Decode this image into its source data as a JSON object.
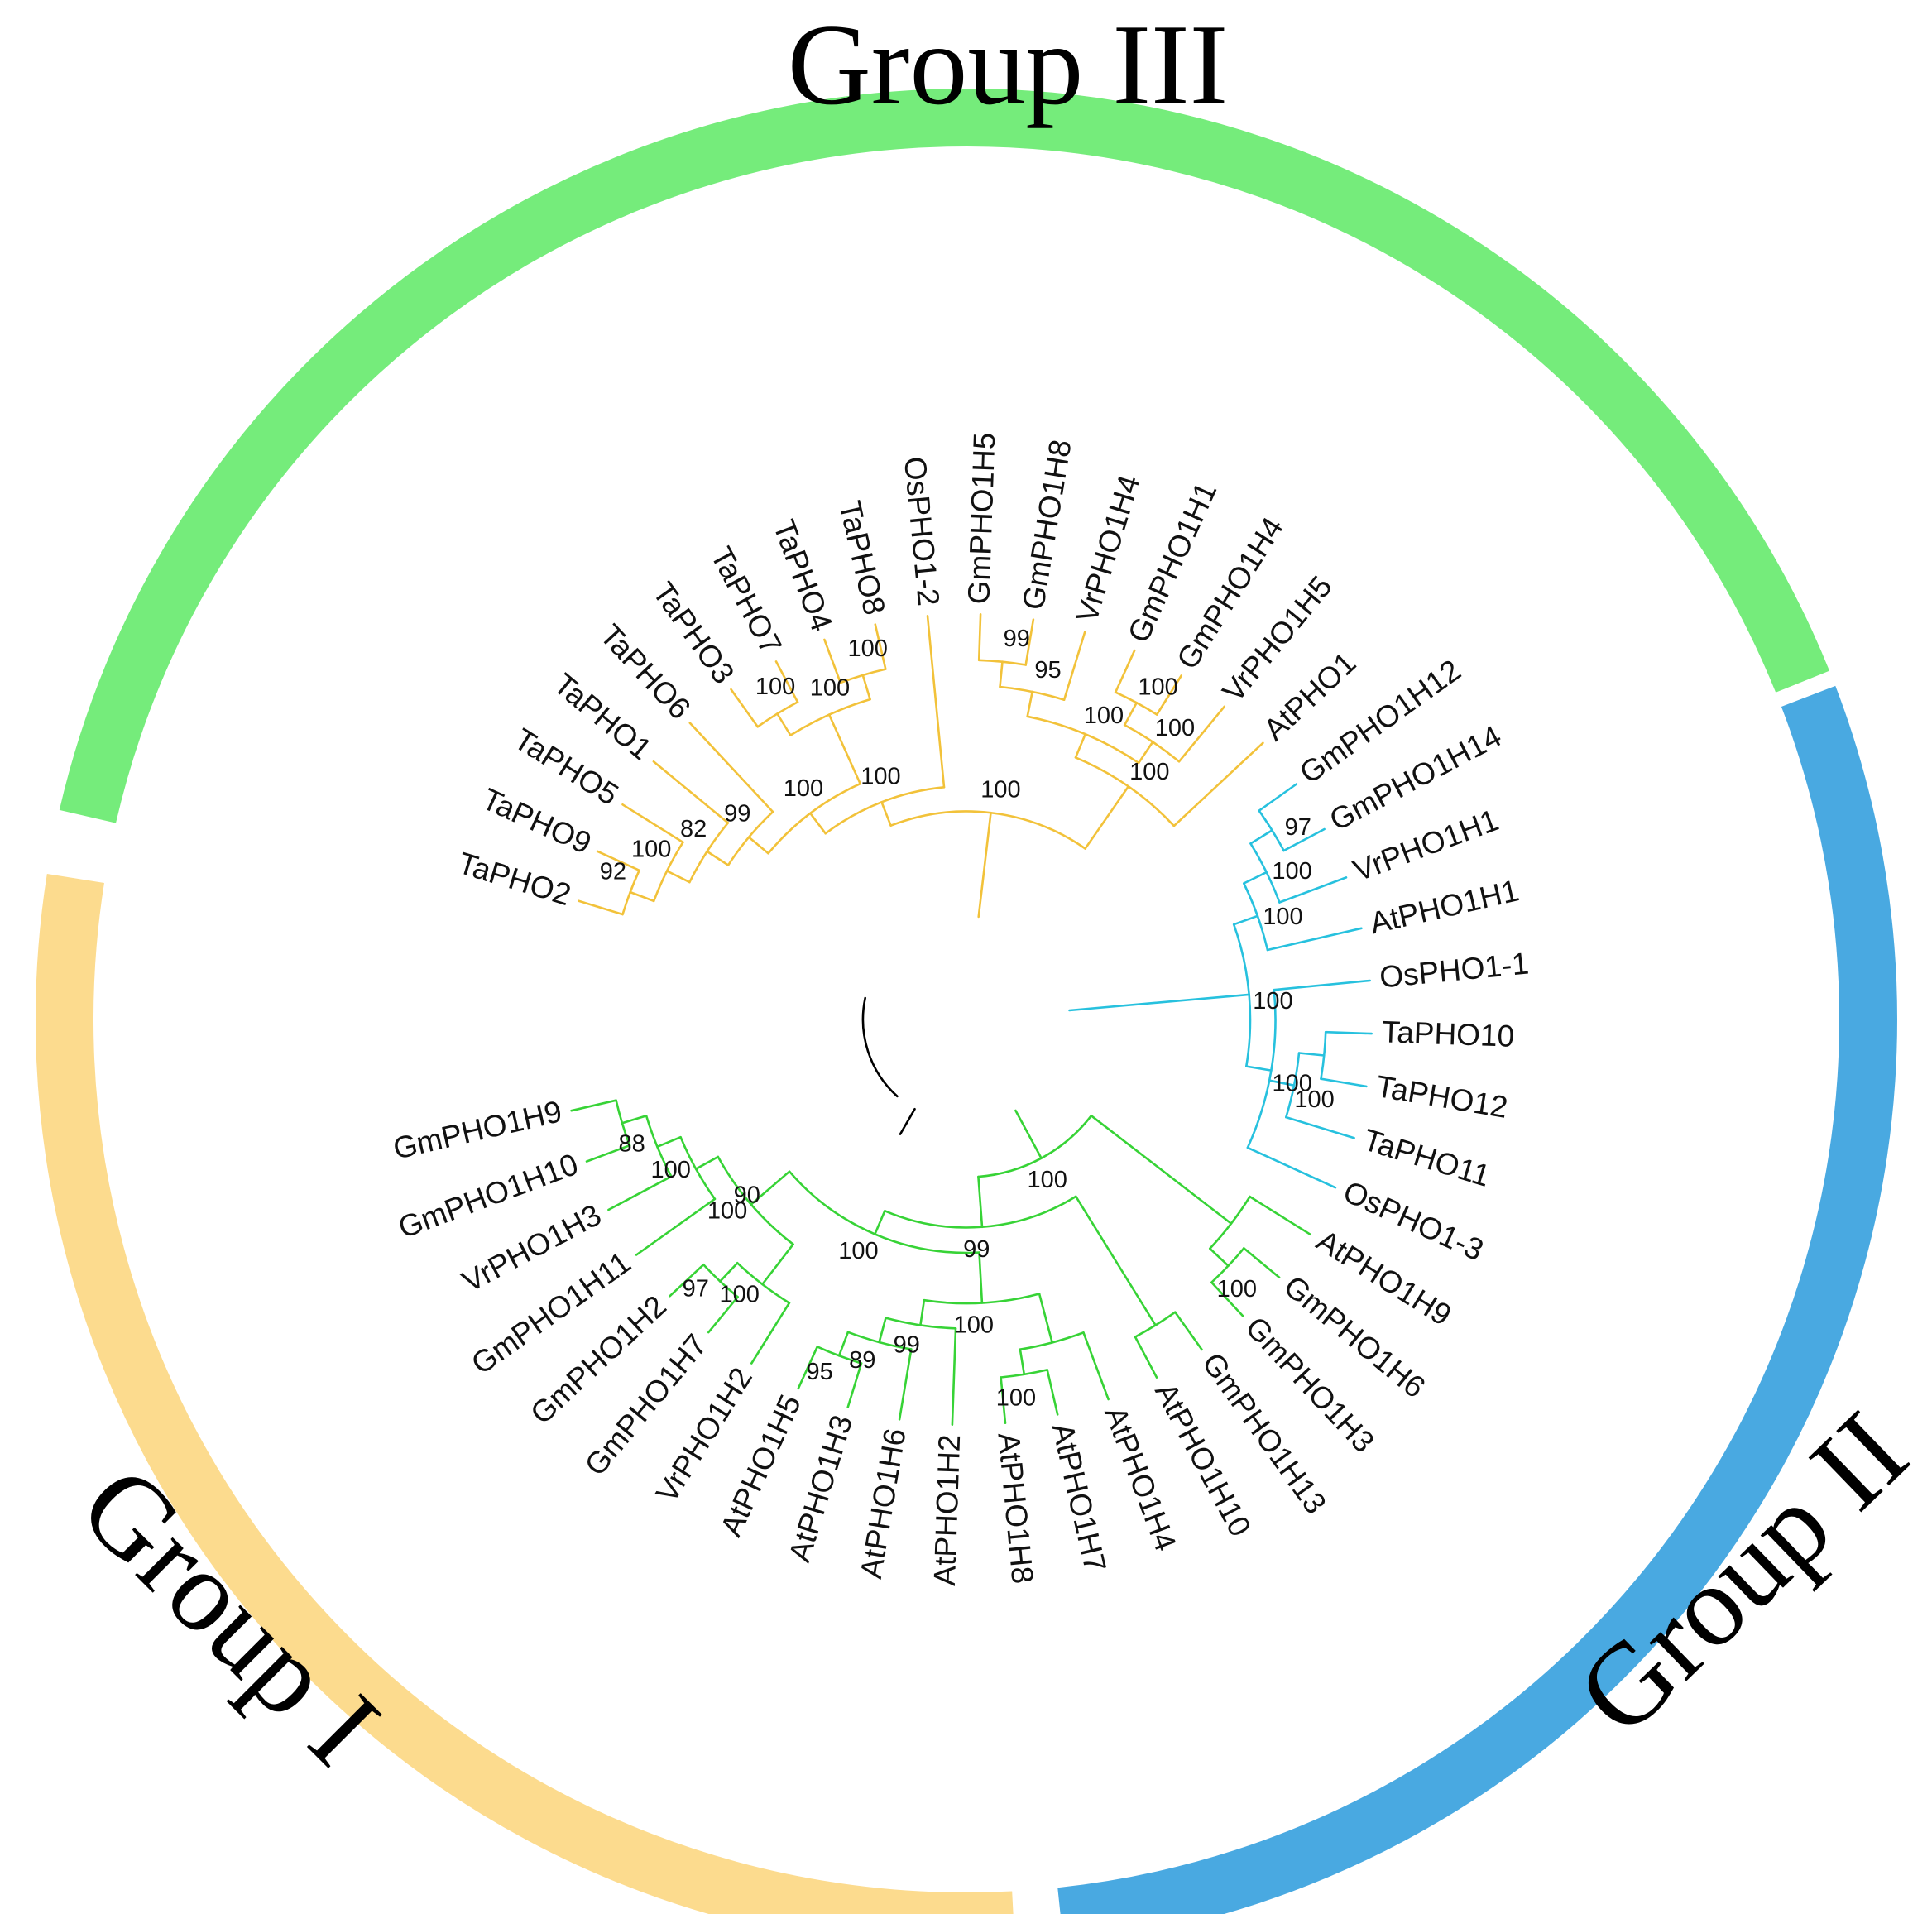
{
  "colors": {
    "group_i_band": "#FCDB8E",
    "group_ii_band": "#49A9E1",
    "group_iii_band": "#75EC7B",
    "group_i_branch": "#F2C23A",
    "group_ii_branch": "#27C1DE",
    "group_iii_branch": "#37D336",
    "root_branch": "#000000"
  },
  "groups": [
    {
      "id": "group-i",
      "label": "Group I"
    },
    {
      "id": "group-ii",
      "label": "Group II"
    },
    {
      "id": "group-iii",
      "label": "Group III"
    }
  ],
  "tree": {
    "g": "root",
    "children": [
      {
        "g": "root"
      },
      {
        "g": "I",
        "support": "100",
        "children": [
          {
            "g": "I",
            "support": "100",
            "children": [
              {
                "g": "I",
                "support": "100",
                "children": [
                  {
                    "g": "I",
                    "support": "99",
                    "children": [
                      {
                        "g": "I",
                        "support": "82",
                        "children": [
                          {
                            "g": "I",
                            "support": "100",
                            "children": [
                              {
                                "g": "I",
                                "support": "92",
                                "children": [
                                  {
                                    "g": "I",
                                    "name": "TaPHO2"
                                  },
                                  {
                                    "g": "I",
                                    "name": "TaPHO9"
                                  }
                                ]
                              },
                              {
                                "g": "I",
                                "name": "TaPHO5"
                              }
                            ]
                          },
                          {
                            "g": "I",
                            "name": "TaPHO1"
                          }
                        ]
                      },
                      {
                        "g": "I",
                        "name": "TaPHO6"
                      }
                    ]
                  },
                  {
                    "g": "I",
                    "support": "100",
                    "children": [
                      {
                        "g": "I",
                        "support": "100",
                        "children": [
                          {
                            "g": "I",
                            "name": "TaPHO3"
                          },
                          {
                            "g": "I",
                            "name": "TaPHO7"
                          }
                        ]
                      },
                      {
                        "g": "I",
                        "support": "100",
                        "children": [
                          {
                            "g": "I",
                            "name": "TaPHO4"
                          },
                          {
                            "g": "I",
                            "name": "TaPHO8"
                          }
                        ]
                      }
                    ]
                  }
                ]
              },
              {
                "g": "I",
                "name": "OsPHO1-2"
              }
            ]
          },
          {
            "g": "I",
            "support": "100",
            "children": [
              {
                "g": "I",
                "support": "100",
                "children": [
                  {
                    "g": "I",
                    "support": "95",
                    "children": [
                      {
                        "g": "I",
                        "support": "99",
                        "children": [
                          {
                            "g": "I",
                            "name": "GmPHO1H5"
                          },
                          {
                            "g": "I",
                            "name": "GmPHO1H8"
                          }
                        ]
                      },
                      {
                        "g": "I",
                        "name": "VrPHO1H4"
                      }
                    ]
                  },
                  {
                    "g": "I",
                    "support": "100",
                    "children": [
                      {
                        "g": "I",
                        "support": "100",
                        "children": [
                          {
                            "g": "I",
                            "name": "GmPHO1H1"
                          },
                          {
                            "g": "I",
                            "name": "GmPHO1H4"
                          }
                        ]
                      },
                      {
                        "g": "I",
                        "name": "VrPHO1H5"
                      }
                    ]
                  }
                ]
              },
              {
                "g": "I",
                "name": "AtPHO1"
              }
            ]
          }
        ]
      },
      {
        "g": "II",
        "support": "100",
        "children": [
          {
            "g": "II",
            "support": "100",
            "children": [
              {
                "g": "II",
                "support": "100",
                "children": [
                  {
                    "g": "II",
                    "support": "97",
                    "children": [
                      {
                        "g": "II",
                        "name": "GmPHO1H12"
                      },
                      {
                        "g": "II",
                        "name": "GmPHO1H14"
                      }
                    ]
                  },
                  {
                    "g": "II",
                    "name": "VrPHO1H1"
                  }
                ]
              },
              {
                "g": "II",
                "name": "AtPHO1H1"
              }
            ]
          },
          {
            "g": "II",
            "support": "100",
            "children": [
              {
                "g": "II",
                "name": "OsPHO1-1"
              },
              {
                "g": "II",
                "support": "100",
                "children": [
                  {
                    "g": "II",
                    "children": [
                      {
                        "g": "II",
                        "name": "TaPHO10"
                      },
                      {
                        "g": "II",
                        "name": "TaPHO12"
                      }
                    ]
                  },
                  {
                    "g": "II",
                    "name": "TaPHO11"
                  }
                ]
              },
              {
                "g": "II",
                "name": "OsPHO1-3"
              }
            ]
          }
        ]
      },
      {
        "g": "III",
        "support": "100",
        "children": [
          {
            "g": "III",
            "children": [
              {
                "g": "III",
                "name": "AtPHO1H9"
              },
              {
                "g": "III",
                "support": "100",
                "children": [
                  {
                    "g": "III",
                    "name": "GmPHO1H6"
                  },
                  {
                    "g": "III",
                    "name": "GmPHO1H3"
                  }
                ]
              }
            ]
          },
          {
            "g": "III",
            "children": [
              {
                "g": "III",
                "support": "99",
                "children": [
                  {
                    "g": "III",
                    "children": [
                      {
                        "g": "III",
                        "name": "GmPHO1H13"
                      },
                      {
                        "g": "III",
                        "name": "AtPHO1H10"
                      }
                    ]
                  },
                  {
                    "g": "III",
                    "support": "100",
                    "children": [
                      {
                        "g": "III",
                        "support": "100",
                        "children": [
                          {
                            "g": "III",
                            "children": [
                              {
                                "g": "III",
                                "name": "AtPHO1H4"
                              },
                              {
                                "g": "III",
                                "support": "100",
                                "children": [
                                  {
                                    "g": "III",
                                    "name": "AtPHO1H7"
                                  },
                                  {
                                    "g": "III",
                                    "name": "AtPHO1H8"
                                  }
                                ]
                              }
                            ]
                          },
                          {
                            "g": "III",
                            "support": "99",
                            "children": [
                              {
                                "g": "III",
                                "name": "AtPHO1H2"
                              },
                              {
                                "g": "III",
                                "support": "89",
                                "children": [
                                  {
                                    "g": "III",
                                    "name": "AtPHO1H6"
                                  },
                                  {
                                    "g": "III",
                                    "support": "95",
                                    "children": [
                                      {
                                        "g": "III",
                                        "name": "AtPHO1H3"
                                      },
                                      {
                                        "g": "III",
                                        "name": "AtPHO1H5"
                                      }
                                    ]
                                  }
                                ]
                              }
                            ]
                          }
                        ]
                      },
                      {
                        "g": "III",
                        "support": "90",
                        "children": [
                          {
                            "g": "III",
                            "support": "100",
                            "children": [
                              {
                                "g": "III",
                                "support": "100",
                                "children": [
                                  {
                                    "g": "III",
                                    "name": "VrPHO1H2"
                                  },
                                  {
                                    "g": "III",
                                    "support": "97",
                                    "children": [
                                      {
                                        "g": "III",
                                        "name": "GmPHO1H7"
                                      },
                                      {
                                        "g": "III",
                                        "name": "GmPHO1H2"
                                      }
                                    ]
                                  }
                                ]
                              },
                              {
                                "g": "III",
                                "support": "100",
                                "children": [
                                  {
                                    "g": "III",
                                    "name": "GmPHO1H11"
                                  },
                                  {
                                    "g": "III",
                                    "support": "88",
                                    "children": [
                                      {
                                        "g": "III",
                                        "name": "VrPHO1H3"
                                      },
                                      {
                                        "g": "III",
                                        "children": [
                                          {
                                            "g": "III",
                                            "name": "GmPHO1H10"
                                          },
                                          {
                                            "g": "III",
                                            "name": "GmPHO1H9"
                                          }
                                        ]
                                      }
                                    ]
                                  }
                                ]
                              }
                            ]
                          }
                        ]
                      }
                    ]
                  }
                ]
              }
            ]
          }
        ]
      }
    ]
  }
}
